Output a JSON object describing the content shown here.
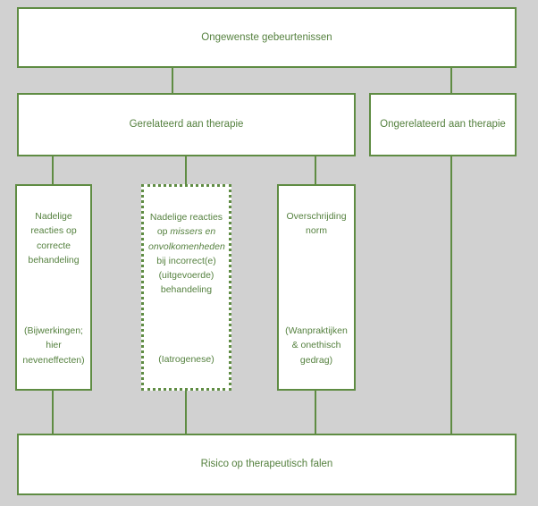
{
  "diagram": {
    "title": "Ongewenste gebeurtenissen",
    "background_color": "#d1d1d1",
    "border_color": "#5f8c43",
    "text_color": "#55813f",
    "box_fill": "#ffffff",
    "root": {
      "label": "Ongewenste gebeurtenissen"
    },
    "level2": [
      {
        "label": "Gerelateerd aan therapie"
      },
      {
        "label": "Ongerelateerd aan therapie"
      }
    ],
    "level3": [
      {
        "title": "Nadelige reacties op correcte behandeling",
        "subtitle": "(Bijwerkingen; hier neveneffecten)",
        "border_style": "solid"
      },
      {
        "title_parts": [
          {
            "text": "Nadelige reacties op ",
            "italic": false
          },
          {
            "text": "missers en onvolkomenheden",
            "italic": true
          },
          {
            "text": " bij incorrect(e) (uitgevoerde) behandeling",
            "italic": false
          }
        ],
        "title": "Nadelige reacties op missers en onvolkomenheden bij incorrect(e) (uitgevoerde) behandeling",
        "subtitle": "(Iatrogenese)",
        "border_style": "dotted"
      },
      {
        "title": "Overschrijding norm",
        "subtitle": "(Wanpraktijken & onethisch gedrag)",
        "border_style": "solid"
      }
    ],
    "bottom": {
      "label": "Risico op therapeutisch falen"
    }
  }
}
